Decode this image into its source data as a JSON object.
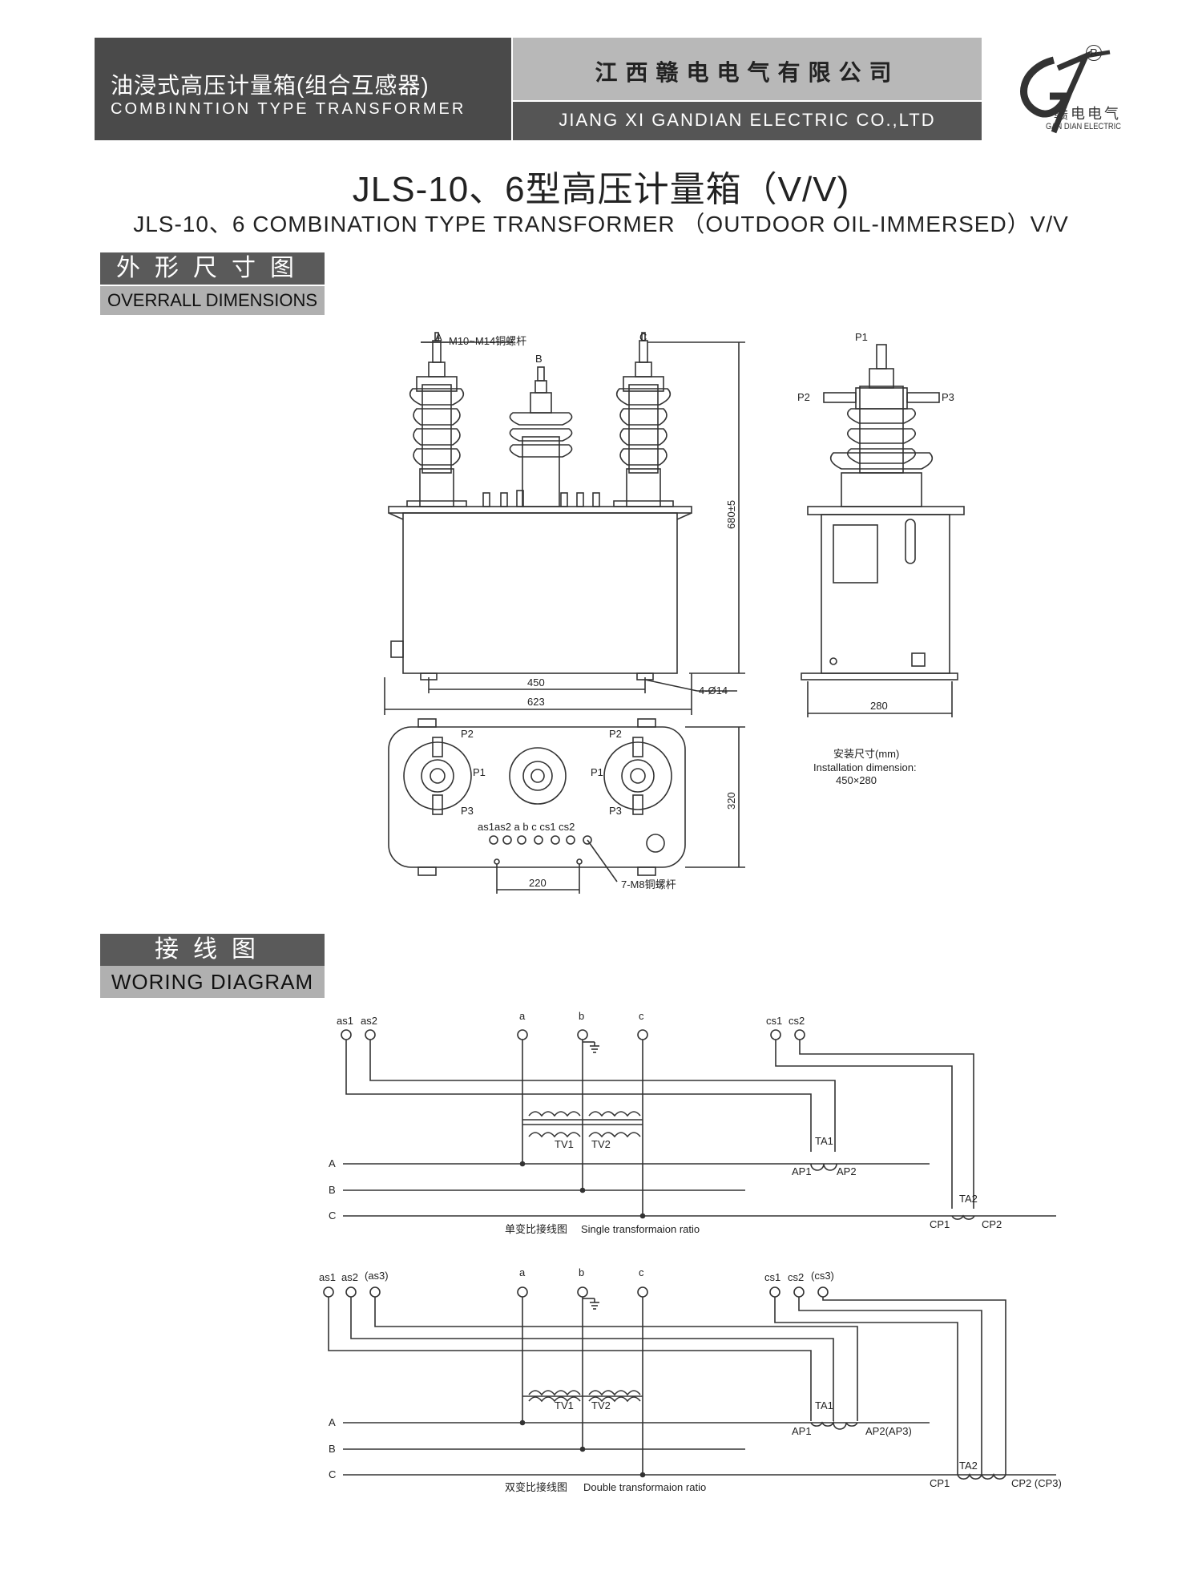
{
  "header": {
    "left_zh": "油浸式高压计量箱(组合互感器)",
    "left_en": "COMBINNTION TYPE TRANSFORMER",
    "company_zh": "江西赣电电气有限公司",
    "company_en": "JIANG XI GANDIAN ELECTRIC CO.,LTD",
    "logo_zh": "赣电电气",
    "logo_en": "GAN DIAN ELECTRIC",
    "logo_mark": "R"
  },
  "title": {
    "zh": "JLS-10、6型高压计量箱（V/V)",
    "en": "JLS-10、6 COMBINATION TYPE TRANSFORMER （OUTDOOR OIL-IMMERSED）V/V"
  },
  "section_dimensions": {
    "zh": "外形尺寸图",
    "en": "OVERRALL DIMENSIONS"
  },
  "section_wiring": {
    "zh": "接线图",
    "en": "WORING DIAGRAM"
  },
  "dimension_drawing": {
    "labels": {
      "A": "A",
      "B": "B",
      "C": "C",
      "rod": "M10~M14铜螺杆",
      "height": "680±5",
      "w450": "450",
      "w623": "623",
      "holes": "4-Ø14",
      "side_P1": "P1",
      "side_P2": "P2",
      "side_P3": "P3",
      "w280": "280",
      "top_P2_left": "P2",
      "top_P1_left": "P1",
      "top_P3_left": "P3",
      "top_P2_right": "P2",
      "top_P1_right": "P1",
      "top_P3_right": "P3",
      "terminals": "as1as2 a  b  c cs1 cs2",
      "w220": "220",
      "bolts": "7-M8铜螺杆",
      "d320": "320",
      "install_zh": "安装尺寸(mm)",
      "install_en": "Installation dimension:",
      "install_val": "450×280"
    }
  },
  "wiring_single": {
    "as1": "as1",
    "as2": "as2",
    "a": "a",
    "b": "b",
    "c": "c",
    "cs1": "cs1",
    "cs2": "cs2",
    "TV1": "TV1",
    "TV2": "TV2",
    "TA1": "TA1",
    "TA2": "TA2",
    "AP1": "AP1",
    "AP2": "AP2",
    "CP1": "CP1",
    "CP2": "CP2",
    "A": "A",
    "B": "B",
    "C": "C",
    "caption_zh": "单变比接线图",
    "caption_en": "Single transformaion ratio"
  },
  "wiring_double": {
    "as1": "as1",
    "as2": "as2",
    "as3": "(as3)",
    "a": "a",
    "b": "b",
    "c": "c",
    "cs1": "cs1",
    "cs2": "cs2",
    "cs3": "(cs3)",
    "TV1": "TV1",
    "TV2": "TV2",
    "TA1": "TA1",
    "TA2": "TA2",
    "AP1": "AP1",
    "AP2": "AP2(AP3)",
    "CP1": "CP1",
    "CP2": "CP2 (CP3)",
    "A": "A",
    "B": "B",
    "C": "C",
    "caption_zh": "双变比接线图",
    "caption_en": "Double transformaion ratio"
  },
  "colors": {
    "dark": "#4a4a4a",
    "mid": "#b8b8b8",
    "line": "#333333"
  }
}
